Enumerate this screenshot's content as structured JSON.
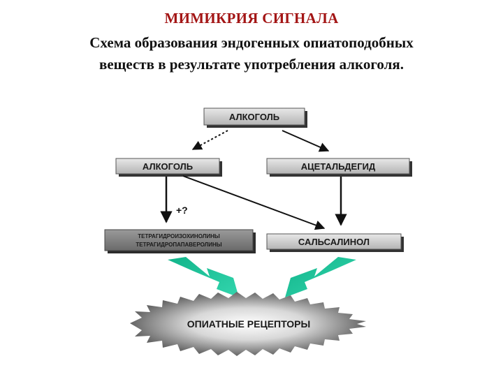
{
  "slide": {
    "title": "МИМИКРИЯ СИГНАЛА",
    "subtitle_line1": "Схема образования эндогенных опиатоподобных",
    "subtitle_line2": "веществ в результате употребления алкоголя."
  },
  "diagram": {
    "top_node": "АЛКОГОЛЬ",
    "left_node": "АЛКОГОЛЬ",
    "right_node": "АЦЕТАЛЬДЕГИД",
    "product_left_line1": "ТЕТРАГИДРОИЗОХИНОЛИНЫ",
    "product_left_line2": "ТЕТРАГИДРОПАПАВЕРОЛИНЫ",
    "product_right": "САЛЬСАЛИНОЛ",
    "plus_question": "+?",
    "receptor": "ОПИАТНЫЕ РЕЦЕПТОРЫ"
  },
  "colors": {
    "title": "#a31515",
    "box_fill": "#c8c8c8",
    "box_shadow": "#3a3a3a",
    "arrow_green": "#1fc59a",
    "star_light": "#f2f2f2",
    "star_dark": "#5a5a5a"
  }
}
